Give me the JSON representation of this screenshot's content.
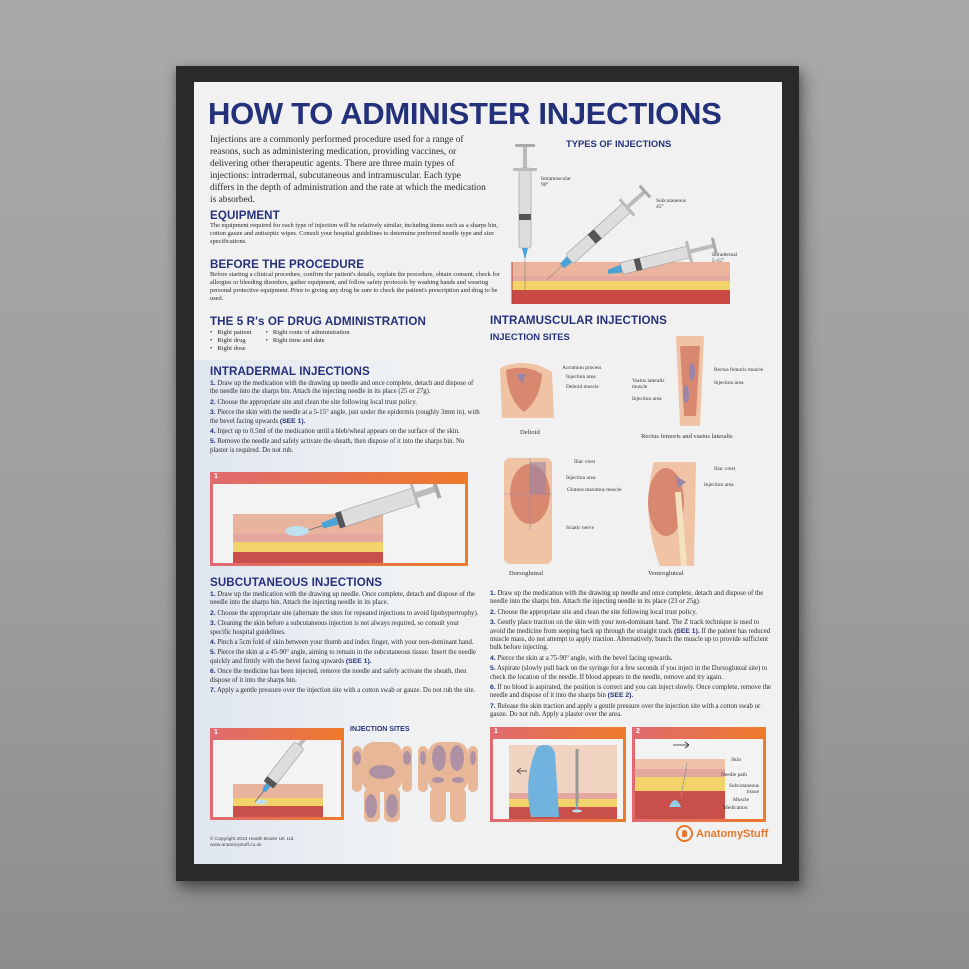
{
  "poster": {
    "title": "HOW TO ADMINISTER INJECTIONS",
    "intro": "Injections are a commonly performed procedure used for a range of reasons, such as administering medication, providing vaccines, or delivering other therapeutic agents. There are three main types of injections: intradermal, subcutaneous and intramuscular. Each type differs in the depth of administration and the rate at which the medication is absorbed.",
    "equipment": {
      "heading": "EQUIPMENT",
      "text": "The equipment required for each type of injection will be relatively similar, including items such as a sharps bin, cotton gauze and antiseptic wipes. Consult your hospital guidelines to determine preferred needle type and size specifications."
    },
    "before": {
      "heading": "BEFORE THE PROCEDURE",
      "text": "Before starting a clinical procedure, confirm the patient's details, explain the procedure, obtain consent, check for allergies or bleeding disorders, gather equipment, and follow safety protocols by washing hands and wearing personal protective equipment. Prior to giving any drug be sure to check the patient's prescription and drug to be used."
    },
    "five_rs": {
      "heading": "THE 5 R's OF DRUG ADMINISTRATION",
      "col1": [
        "Right patient",
        "Right drug",
        "Right dose"
      ],
      "col2": [
        "Right route of administration",
        "Right time and date"
      ]
    },
    "types": {
      "heading": "TYPES OF INJECTIONS",
      "labels": [
        {
          "name": "Intramuscular",
          "angle": "90°"
        },
        {
          "name": "Subcutaneous",
          "angle": "45°"
        },
        {
          "name": "Intradermal",
          "angle": "5-15°"
        }
      ]
    },
    "intradermal": {
      "heading": "INTRADERMAL INJECTIONS",
      "steps": [
        {
          "n": "1.",
          "text": "Draw up the medication with the drawing up needle and once complete, detach and dispose of the needle into the sharps bin. Attach the injecting needle in its place (25 or 27g)."
        },
        {
          "n": "2.",
          "text": "Choose the appropriate site and clean the site following local trust policy."
        },
        {
          "n": "3.",
          "text": "Pierce the skin with the needle at a 5-15° angle, just under the epidermis (roughly 3mm in), with the bevel facing upwards",
          "see": "(SEE 1)."
        },
        {
          "n": "4.",
          "text": "Inject up to 0.5ml of the medication until a bleb/wheal appears on the surface of the skin."
        },
        {
          "n": "5.",
          "text": "Remove the needle and safely activate the sheath, then dispose of it into the sharps bin. No plaster is required. Do not rub."
        }
      ],
      "panel_num": "1"
    },
    "subcutaneous": {
      "heading": "SUBCUTANEOUS INJECTIONS",
      "steps": [
        {
          "n": "1.",
          "text": "Draw up the medication with the drawing up needle. Once complete, detach and dispose of the needle into the sharps bin. Attach the injecting needle in its place."
        },
        {
          "n": "2.",
          "text": "Choose the appropriate site (alternate the sites for repeated injections to avoid lipohypertrophy)."
        },
        {
          "n": "3.",
          "text": "Cleaning the skin before a subcutaneous injection is not always required, so consult your specific hospital guidelines."
        },
        {
          "n": "4.",
          "text": "Pinch a 5cm fold of skin between your thumb and index finger, with your non-dominant hand."
        },
        {
          "n": "5.",
          "text": "Pierce the skin at a 45-90° angle, aiming to remain in the subcutaneous tissue. Insert the needle quickly and firmly with the bevel facing upwards",
          "see": "(SEE 1)."
        },
        {
          "n": "6.",
          "text": "Once the medicine has been injected, remove the needle and safely activate the sheath, then dispose of it into the sharps bin."
        },
        {
          "n": "7.",
          "text": "Apply a gentle pressure over the injection site with a cotton swab or gauze. Do not rub the site."
        }
      ],
      "panel_num": "1",
      "sites_heading": "INJECTION SITES"
    },
    "intramuscular": {
      "heading": "INTRAMUSCULAR INJECTIONS",
      "sites_heading": "INJECTION SITES",
      "deltoid": {
        "caption": "Deltoid",
        "labels": [
          "Acromion process",
          "Injection area",
          "Deltoid muscle"
        ]
      },
      "thigh": {
        "caption": "Rectus femoris and vastus lateralis",
        "labels": [
          "Rectus femoris muscle",
          "Injection area",
          "Vastus lateralis muscle",
          "Injection area"
        ]
      },
      "dorso": {
        "caption": "Dorsogluteal",
        "labels": [
          "Iliac crest",
          "Injection area",
          "Gluteus maximus muscle",
          "Sciatic nerve"
        ]
      },
      "ventro": {
        "caption": "Ventrogluteal",
        "labels": [
          "Iliac crest",
          "Injection area"
        ]
      },
      "steps": [
        {
          "n": "1.",
          "text": "Draw up the medication with the drawing up needle and once complete, detach and dispose of the needle into the sharps bin. Attach the injecting needle in its place (23 or 25g)."
        },
        {
          "n": "2.",
          "text": "Choose the appropriate site and clean the site following local trust policy."
        },
        {
          "n": "3.",
          "text": "Gently place traction on the skin with your non-dominant hand. The Z track technique is used to avoid the medicine from seeping back up through the straight track",
          "see": "(SEE 1).",
          "text2": " If the patient has reduced muscle mass, do not attempt to apply traction. Alternatively, bunch the muscle up to provide sufficient bulk before injecting."
        },
        {
          "n": "4.",
          "text": "Pierce the skin at a 75-90° angle, with the bevel facing upwards."
        },
        {
          "n": "5.",
          "text": "Aspirate (slowly pull back on the syringe for a few seconds if you inject in the Dorsogluteal site) to check the location of the needle. If blood appears in the needle, remove and try again."
        },
        {
          "n": "6.",
          "text": "If no blood is aspirated, the position is correct and you can inject slowly. Once complete, remove the needle and dispose of it into the sharps bin",
          "see": "(SEE 2)."
        },
        {
          "n": "7.",
          "text": "Release the skin traction and apply a gentle pressure over the injection site with a cotton swab or gauze. Do not rub. Apply a plaster over the area."
        }
      ],
      "panel1_num": "1",
      "panel2_num": "2",
      "panel2_labels": [
        "Skin",
        "Needle path",
        "Subcutaneous tissue",
        "Muscle",
        "Medication"
      ]
    },
    "footer": {
      "copyright": "© Copyright 2024 Health Books UK Ltd.",
      "url": "www.anatomystuff.co.uk",
      "brand": "AnatomyStuff"
    },
    "colors": {
      "heading": "#26317b",
      "accent_orange": "#e8772b",
      "accent_pink": "#e06a70",
      "frame": "#2a2a2a"
    }
  }
}
